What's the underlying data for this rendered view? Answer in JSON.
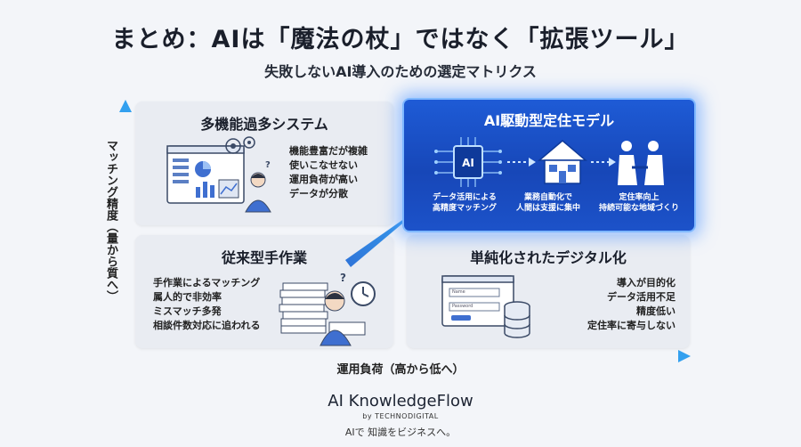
{
  "header": {
    "title": "まとめ：AIは「魔法の杖」ではなく「拡張ツール」",
    "subtitle": "失敗しないAI導入のための選定マトリクス"
  },
  "axes": {
    "y_label": "マッチング精度（量から質へ）",
    "x_label": "運用負荷（高から低へ）"
  },
  "quadrants": {
    "top_left": {
      "title": "多機能過多システム",
      "lines": [
        "機能豊富だが複雑",
        "使いこなせない",
        "運用負荷が高い",
        "データが分散"
      ]
    },
    "top_right": {
      "title": "AI駆動型定住モデル",
      "chip_label": "AI",
      "features": [
        {
          "line1": "データ活用による",
          "line2": "高精度マッチング"
        },
        {
          "line1": "業務自動化で",
          "line2": "人間は支援に集中"
        },
        {
          "line1": "定住率向上",
          "line2": "持続可能な地域づくり"
        }
      ]
    },
    "bottom_left": {
      "title": "従来型手作業",
      "lines": [
        "手作業によるマッチング",
        "属人的で非効率",
        "ミスマッチ多発",
        "相談件数対応に追われる"
      ]
    },
    "bottom_right": {
      "title": "単純化されたデジタル化",
      "form_fields": [
        "Name",
        "Password"
      ],
      "lines": [
        "導入が目的化",
        "データ活用不足",
        "精度低い",
        "定住率に寄与しない"
      ]
    }
  },
  "footer": {
    "brand": "AI KnowledgeFlow",
    "by": "by TECHNODIGITAL",
    "tagline": "AIで 知識をビジネスへ。"
  },
  "colors": {
    "accent": "#1747b8",
    "axis": "#2a7fd6",
    "panel": "#e9ecf2"
  }
}
